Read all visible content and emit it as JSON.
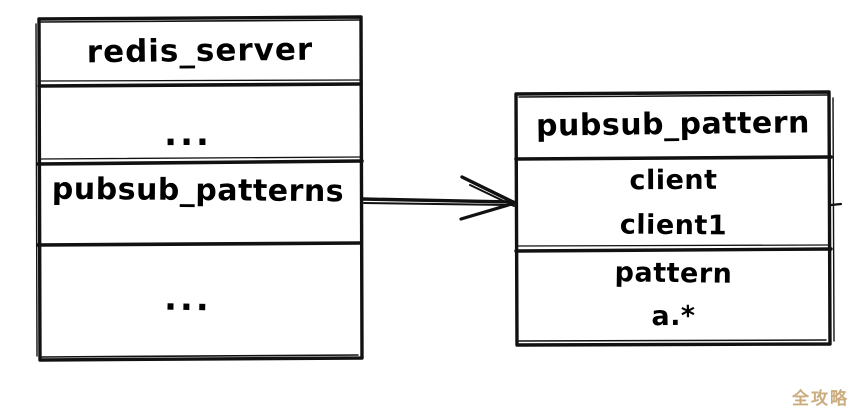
{
  "diagram": {
    "type": "hand-drawn class/struct relationship diagram",
    "background_color": "#ffffff",
    "stroke_color": "#111111"
  },
  "left_box": {
    "name": "redis-server-struct",
    "title": "redis_server",
    "rows": [
      {
        "label": "...",
        "kind": "ellipsis"
      },
      {
        "label": "pubsub_patterns",
        "kind": "field"
      },
      {
        "label": "...",
        "kind": "ellipsis"
      }
    ]
  },
  "right_box": {
    "name": "pubsub-pattern-struct",
    "title": "pubsub_pattern",
    "rows": [
      {
        "field": "client",
        "value": "client1"
      },
      {
        "field": "pattern",
        "value": "a.*"
      }
    ]
  },
  "connector": {
    "name": "pointer-arrow",
    "from": "pubsub_patterns",
    "to": "pubsub_pattern",
    "style": "open-arrowhead-right"
  },
  "watermark": {
    "text": "全攻略",
    "color": "#c9a878"
  }
}
